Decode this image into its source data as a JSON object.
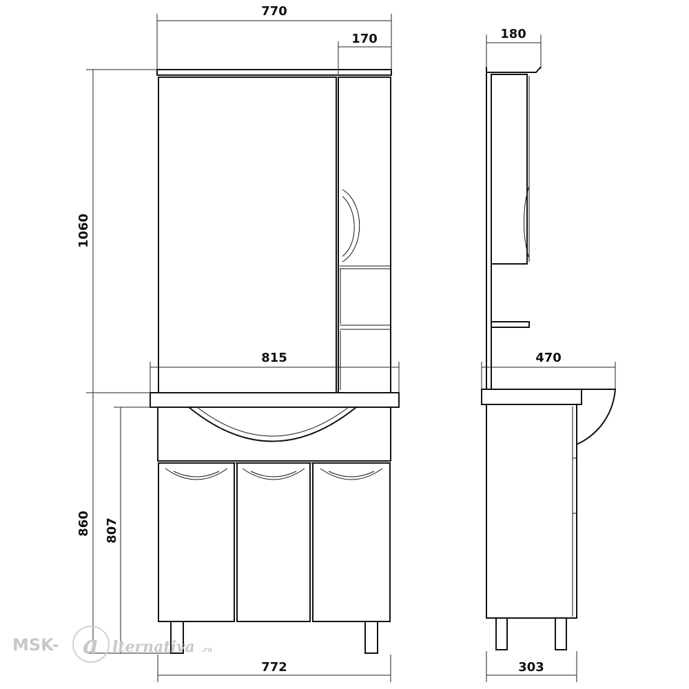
{
  "dimensions": {
    "top_width": "770",
    "side_cabinet_width": "170",
    "mirror_depth": "180",
    "mirror_height": "1060",
    "sink_width": "815",
    "sink_depth": "470",
    "total_height": "860",
    "cabinet_height": "807",
    "cabinet_width": "772",
    "cabinet_depth": "303"
  },
  "watermark": {
    "prefix": "MSK-",
    "letter": "a",
    "suffix": "lternativa",
    "domain": ".ru"
  }
}
